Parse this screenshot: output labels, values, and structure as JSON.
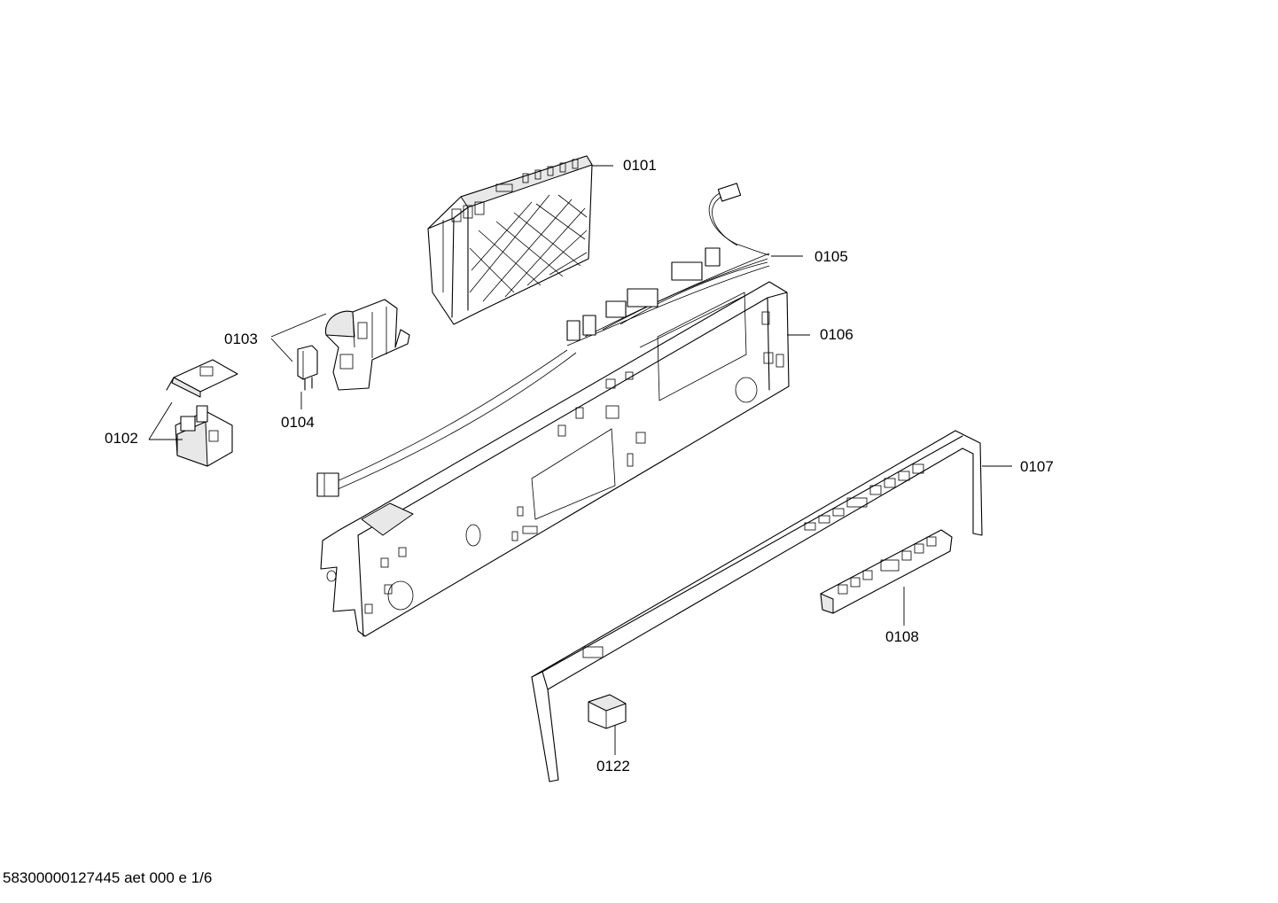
{
  "parts": {
    "p0101": "0101",
    "p0102": "0102",
    "p0103": "0103",
    "p0104": "0104",
    "p0105": "0105",
    "p0106": "0106",
    "p0107": "0107",
    "p0108": "0108",
    "p0122": "0122"
  },
  "footer": {
    "code": "58300000127445 aet 000 e 1/6"
  }
}
